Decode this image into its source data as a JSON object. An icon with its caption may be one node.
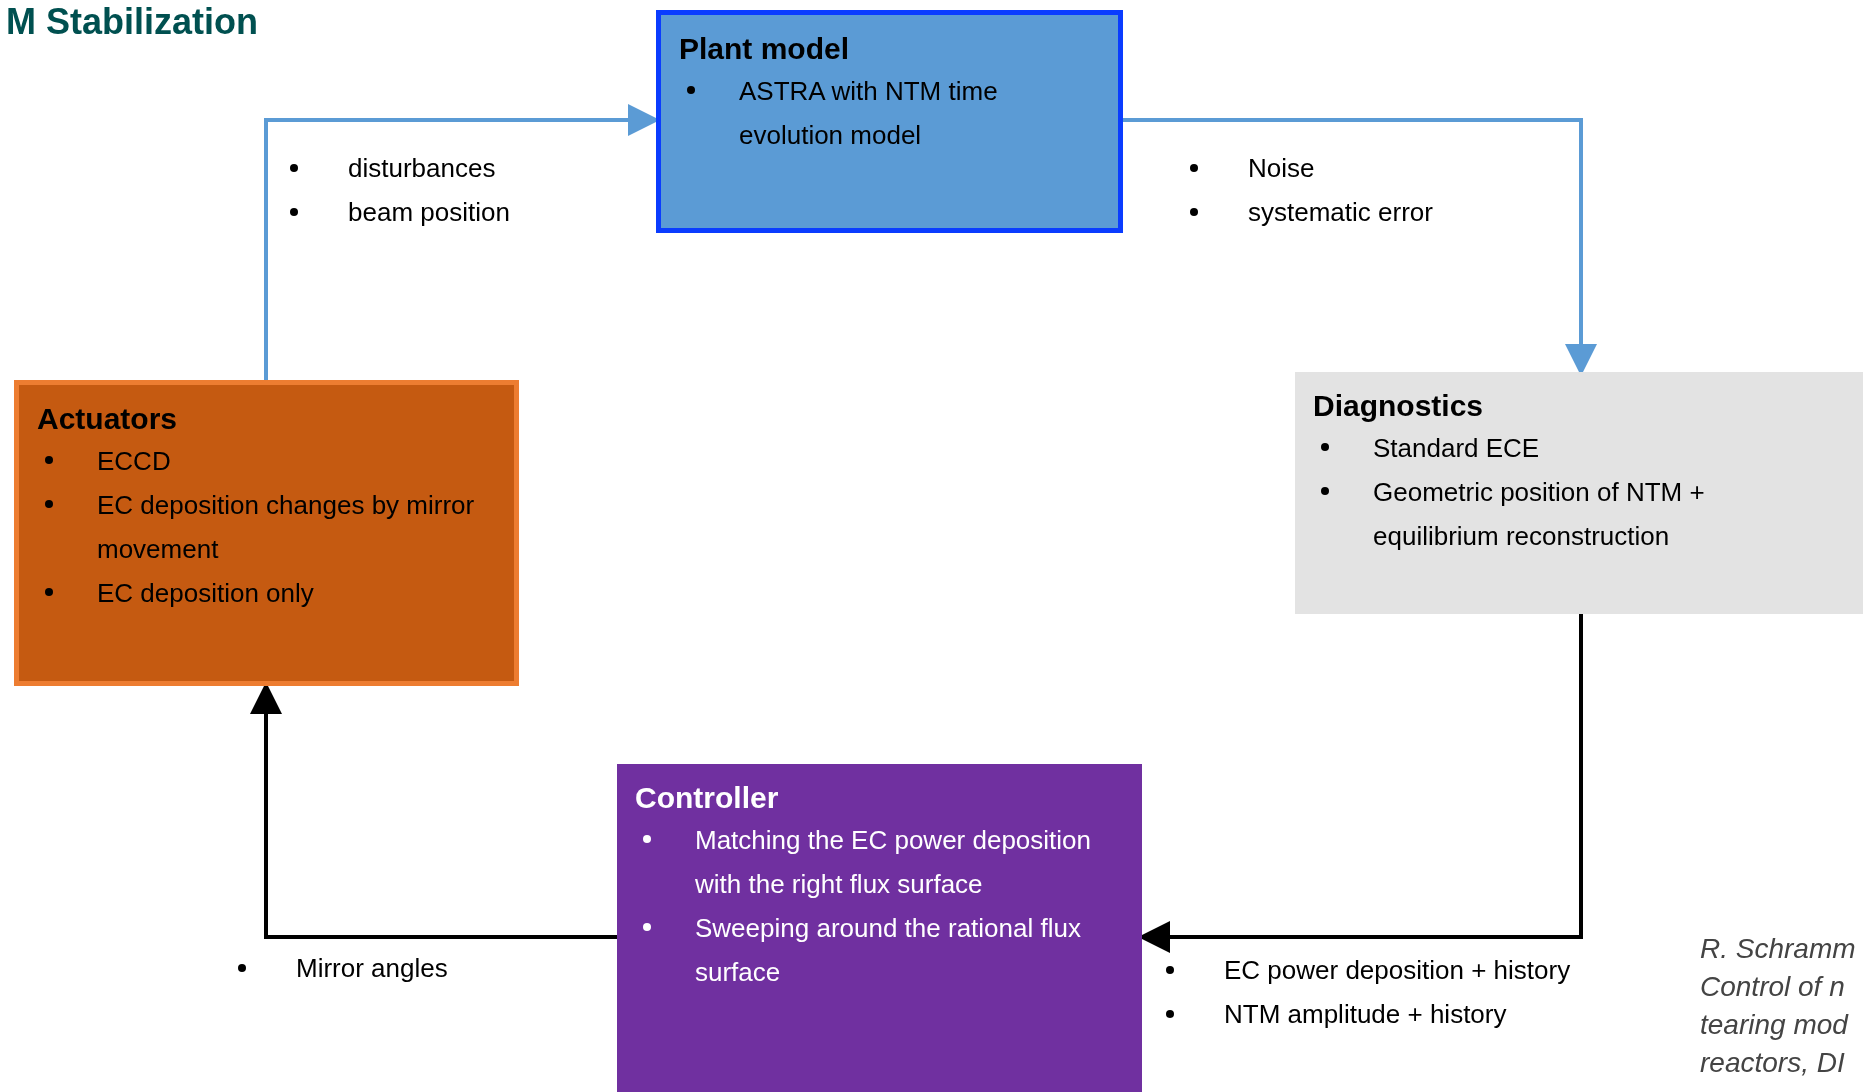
{
  "diagram": {
    "title": "M Stabilization",
    "nodes": [
      {
        "text": [
          "Plant model",
          "ASTRA with NTM time evolution model"
        ]
      },
      {
        "text": [
          "Actuators",
          "ECCD",
          "EC deposition changes by mirror movement",
          "EC deposition only"
        ]
      },
      {
        "text": [
          "Diagnostics",
          "Standard ECE",
          "Geometric position of NTM + equilibrium reconstruction"
        ]
      },
      {
        "text": [
          "Controller",
          "Matching the EC power deposition with the right flux surface",
          "Sweeping around the rational flux surface"
        ]
      }
    ],
    "edges": [
      {
        "from": 1,
        "to": 0,
        "arrow": "to",
        "color": "#5b9bd5"
      },
      {
        "from": 0,
        "to": 2,
        "arrow": "to",
        "color": "#5b9bd5"
      },
      {
        "from": 2,
        "to": 3,
        "arrow": "to",
        "color": "#000000"
      },
      {
        "from": 3,
        "to": 1,
        "arrow": "to",
        "color": "#000000"
      }
    ],
    "labels": [
      "disturbances",
      "beam position",
      "Noise",
      "systematic error",
      "Mirror angles",
      "EC power deposition + history",
      "NTM amplitude + history",
      "R. Schramm Control of n tearing mod reactors, DI"
    ]
  }
}
